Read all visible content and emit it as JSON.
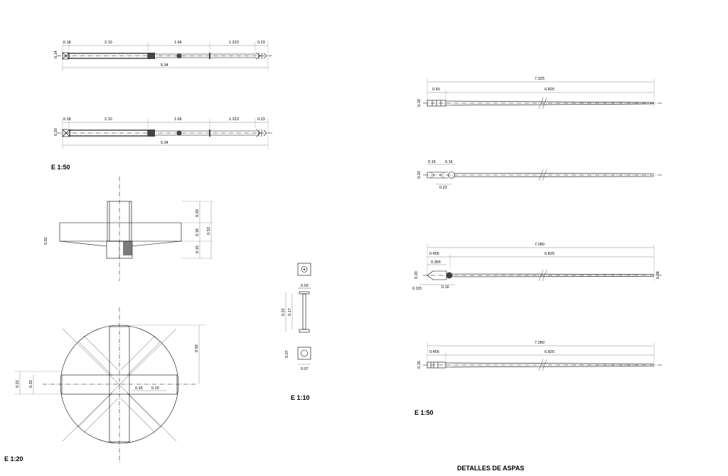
{
  "sheet_title": "DETALLES DE ASPAS",
  "scales": {
    "shafts_top": "E 1:50",
    "hub_detail": "E 1:20",
    "bolt_detail": "E 1:10",
    "blades": "E 1:50"
  },
  "shaft_1": {
    "segments": [
      "0.18",
      "2.10",
      "1.66",
      "1.223",
      "0.23"
    ],
    "total": "5.34",
    "height": "0.14"
  },
  "shaft_2": {
    "segments": [
      "0.18",
      "2.10",
      "1.66",
      "1.223",
      "0.23"
    ],
    "total": "5.34",
    "height": "0.20"
  },
  "hub_section": {
    "heights": [
      "0.20",
      "0.18",
      "0.15"
    ],
    "total_height": "0.53",
    "flange": "0.02"
  },
  "hub_plan": {
    "radius_label": "0.50",
    "widths": [
      "0.22",
      "0.20"
    ],
    "offsets": [
      "0.16",
      "0.16"
    ]
  },
  "bolt": {
    "dims": [
      "0.03",
      "0.22",
      "0.17",
      "0.07",
      "0.07"
    ]
  },
  "blade_1": {
    "total": "7.325",
    "parts": [
      "0.50",
      "6.825"
    ],
    "height": "0.16"
  },
  "blade_2": {
    "left": "0.16",
    "right": "0.16",
    "bottom": "0.23",
    "height": "0.20"
  },
  "blade_3": {
    "total": "7.280",
    "parts": [
      "0.455",
      "6.825"
    ],
    "sub": [
      "0.355"
    ],
    "bottom": [
      "0.115",
      "0.16"
    ],
    "height": "0.20",
    "end_height": "0.08"
  },
  "blade_4": {
    "total": "7.280",
    "parts": [
      "0.455",
      "6.825"
    ],
    "height": "0.16"
  }
}
